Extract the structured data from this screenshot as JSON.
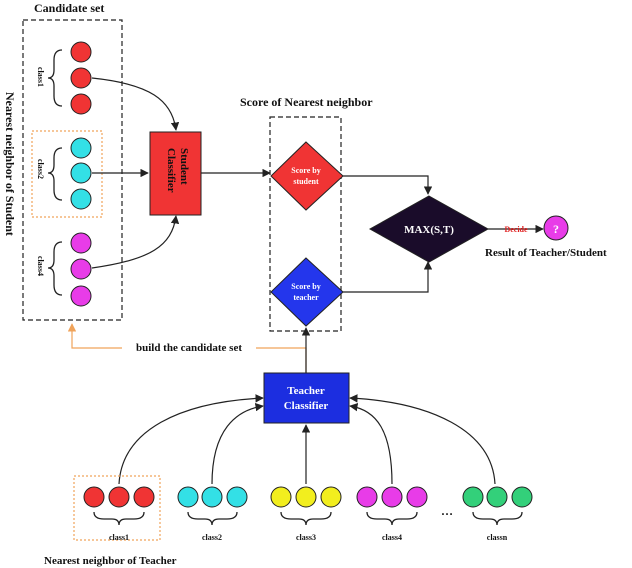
{
  "titles": {
    "candidate_set": "Candidate set",
    "score_nn": "Score of Nearest neighbor",
    "nn_student": "Nearest neighbor of Student",
    "nn_teacher": "Nearest neighbor of Teacher",
    "result": "Result of Teacher/Student",
    "build": "build the candidate set"
  },
  "student": {
    "line1": "Student",
    "line2": "Classifier"
  },
  "teacher": {
    "line1": "Teacher",
    "line2": "Classifier"
  },
  "score_student": {
    "line1": "Score by",
    "line2": "student"
  },
  "score_teacher": {
    "line1": "Score by",
    "line2": "teacher"
  },
  "max_label": "MAX(S,T)",
  "decide_label": "Decide",
  "question_mark": "?",
  "ellipsis": "…",
  "student_groups": [
    {
      "label": "class1",
      "color": "#f03434"
    },
    {
      "label": "class2",
      "color": "#33e0e6"
    },
    {
      "label": "class4",
      "color": "#e83ce8"
    }
  ],
  "teacher_groups": [
    {
      "label": "class1",
      "color": "#f03434"
    },
    {
      "label": "class2",
      "color": "#33e0e6"
    },
    {
      "label": "class3",
      "color": "#f2ee1e"
    },
    {
      "label": "class4",
      "color": "#e83ce8"
    },
    {
      "label": "classn",
      "color": "#33d07a"
    }
  ],
  "colors": {
    "student_box": "#f03434",
    "teacher_box": "#1c2ee0",
    "score_student": "#f03434",
    "score_teacher": "#2436ec",
    "max_box": "#1a0c2a",
    "result_ball": "#e83ce8",
    "orange": "#f0a35a",
    "decide_text": "#e02020"
  }
}
